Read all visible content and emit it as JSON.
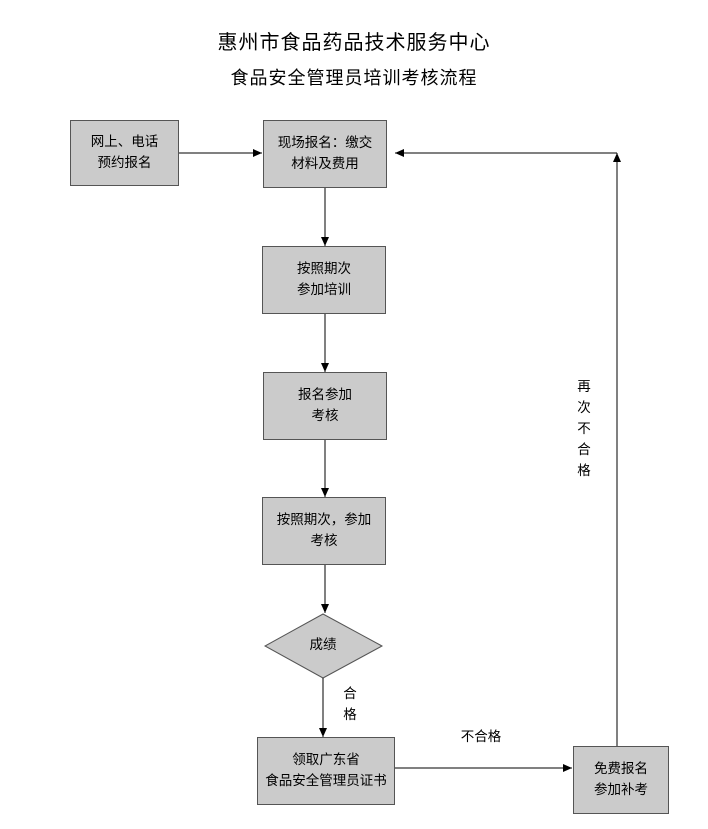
{
  "title": "惠州市食品药品技术服务中心",
  "subtitle": "食品安全管理员培训考核流程",
  "nodes": {
    "online": "网上、电话\n预约报名",
    "register": "现场报名：缴交\n材料及费用",
    "training": "按照期次\n参加培训",
    "apply_exam": "报名参加\n考核",
    "exam": "按照期次，参加\n考核",
    "result": "成绩",
    "certificate": "领取广东省\n食品安全管理员证书",
    "retake": "免费报名\n参加补考"
  },
  "edges": {
    "pass": "合\n格",
    "fail": "不合格",
    "fail_again": "再\n次\n不\n合\n格"
  }
}
